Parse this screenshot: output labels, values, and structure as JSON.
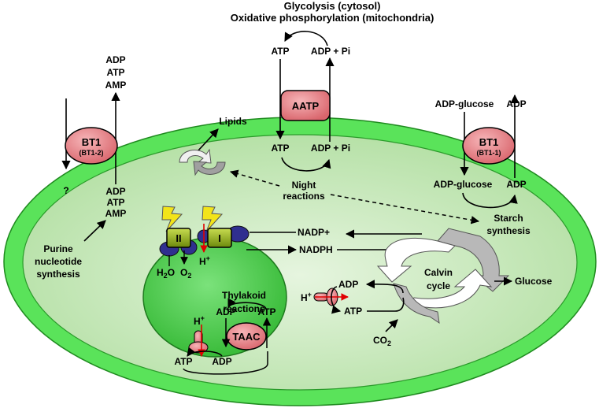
{
  "header": {
    "line1": "Glycolysis (cytosol)",
    "line2": "Oxidative phosphorylation (mitochondria)"
  },
  "aatp": {
    "label": "AATP",
    "top_atp": "ATP",
    "top_adp": "ADP + Pi",
    "bottom_atp": "ATP",
    "bottom_adp": "ADP + Pi"
  },
  "bt1_left": {
    "label": "BT1",
    "sublabel": "(BT1-2)",
    "out_adp": "ADP",
    "out_atp": "ATP",
    "out_amp": "AMP",
    "in_adp": "ADP",
    "in_atp": "ATP",
    "in_amp": "AMP",
    "unknown": "?"
  },
  "bt1_right": {
    "label": "BT1",
    "sublabel": "(BT1-1)",
    "out_adpglc": "ADP-glucose",
    "out_adp": "ADP",
    "in_adpglc": "ADP-glucose",
    "in_adp": "ADP"
  },
  "labels": {
    "lipids": "Lipids",
    "night_1": "Night",
    "night_2": "reactions",
    "starch_1": "Starch",
    "starch_2": "synthesis",
    "purine_1": "Purine",
    "purine_2": "nucleotide",
    "purine_3": "synthesis",
    "nadp_plus": "NADP+",
    "nadph": "NADPH",
    "calvin_1": "Calvin",
    "calvin_2": "cycle",
    "glucose": "Glucose",
    "thylakoid_1": "Thylakoid",
    "thylakoid_2": "reactions",
    "psII": "II",
    "psI": "I",
    "h2o": "H",
    "h2o_sub": "2",
    "h2o_tail": "O",
    "o2": "O",
    "o2_sub": "2",
    "hplus_ps": "H",
    "hplus_ps_sup": "+",
    "hplus_synth": "H",
    "hplus_synth_sup": "+",
    "hplus_thyl": "H",
    "hplus_thyl_sup": "+",
    "synth_adp": "ADP",
    "synth_atp": "ATP",
    "thyl_adp": "ADP",
    "thyl_atp": "ATP",
    "lumen_atp": "ATP",
    "lumen_adp": "ADP",
    "taac": "TAAC",
    "co2": "CO",
    "co2_sub": "2"
  },
  "colors": {
    "outer_envelope": "#55e055",
    "stroma": "#c2e8b4",
    "thylakoid": "#4fcf4f",
    "transporter": "#e8868a",
    "photosystem": "#8fa81a",
    "plastocyanin": "#303090",
    "lightning": "#f2e41a"
  }
}
